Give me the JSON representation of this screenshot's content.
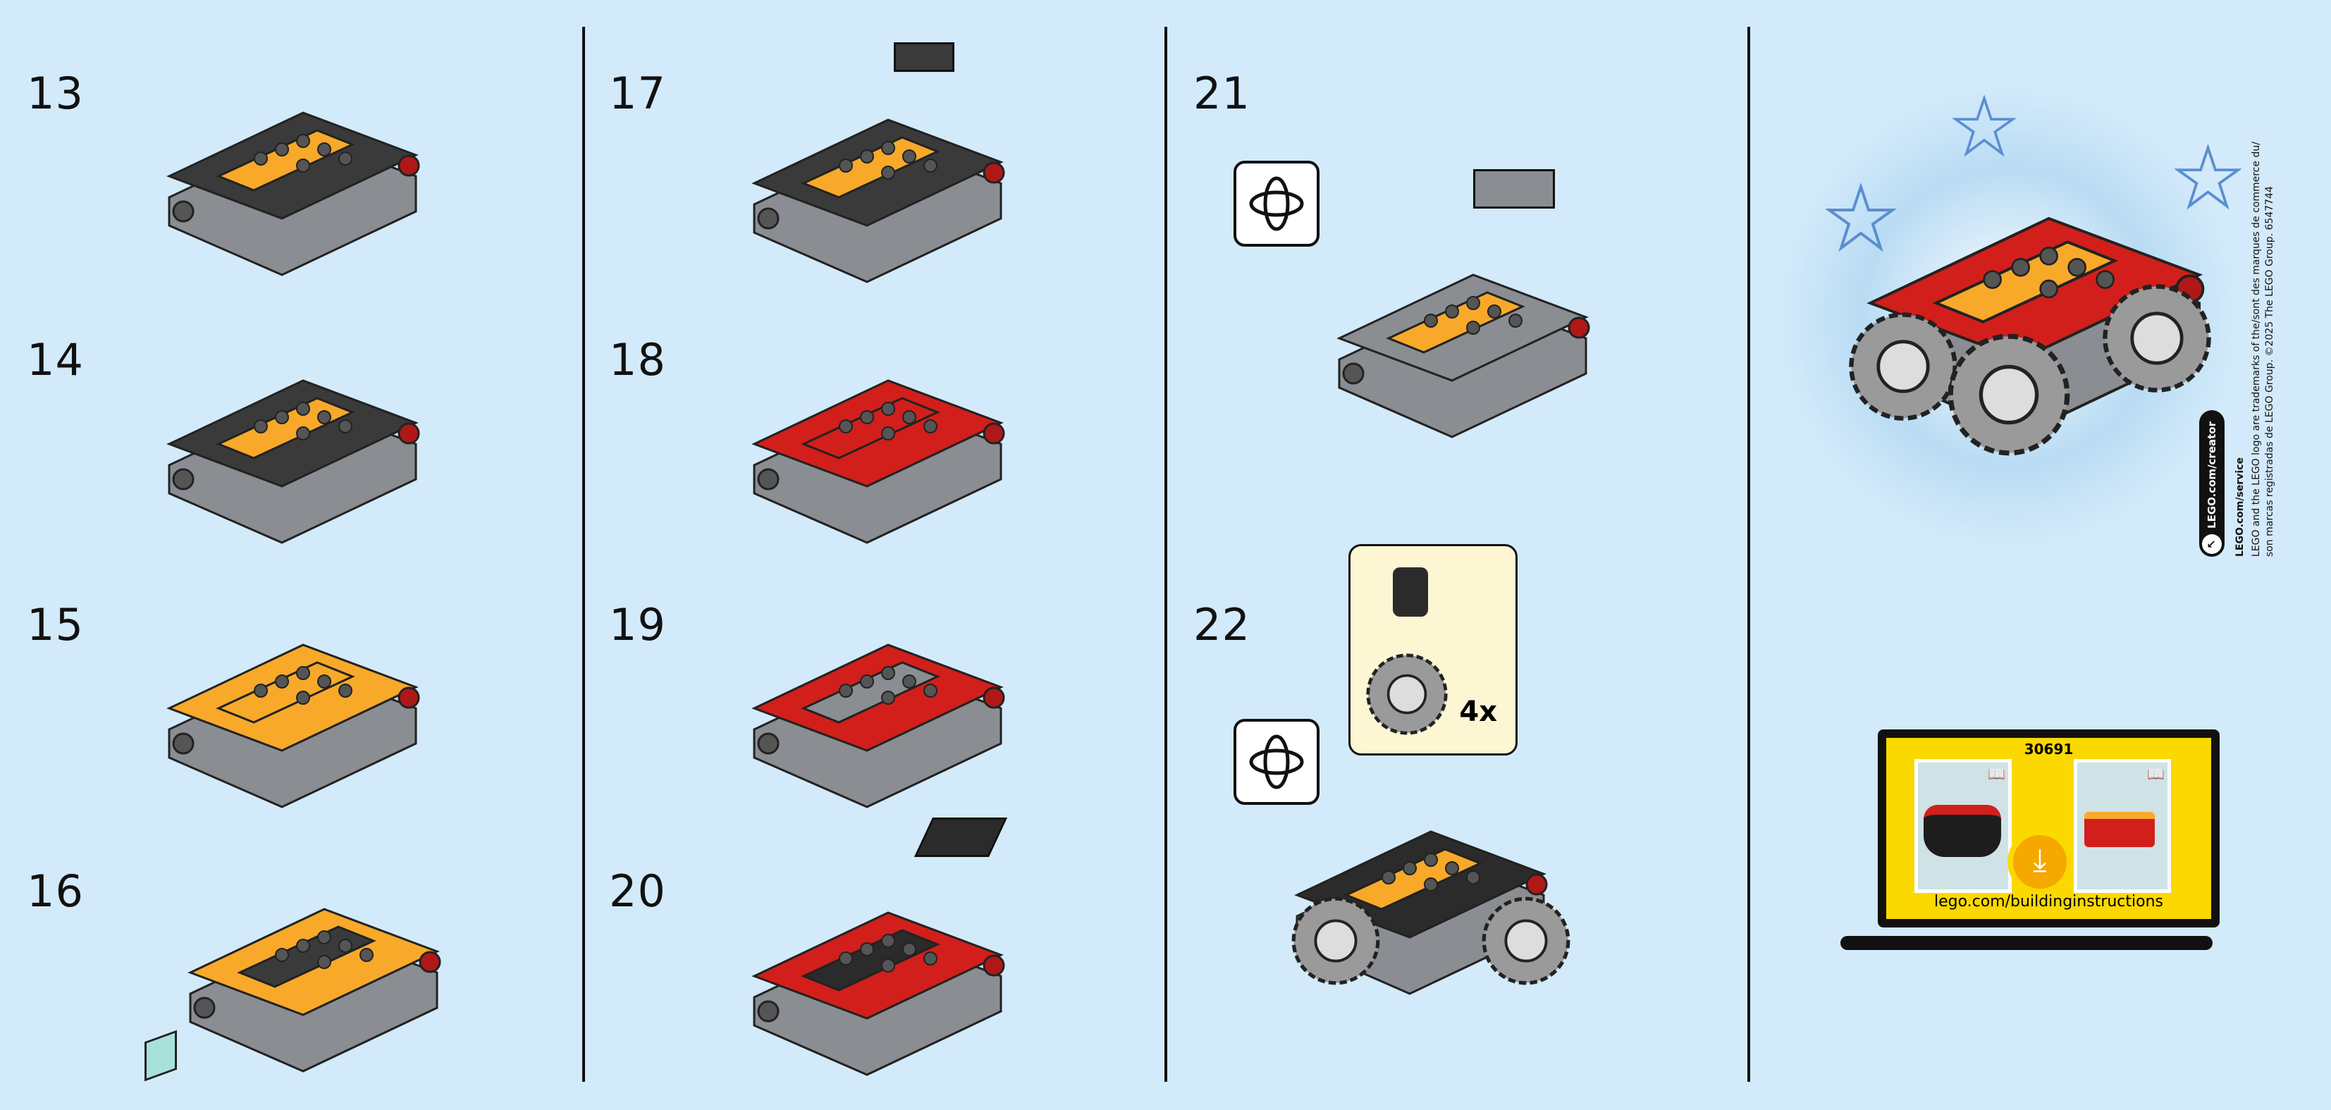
{
  "steps": {
    "s13": "13",
    "s14": "14",
    "s15": "15",
    "s16": "16",
    "s17": "17",
    "s18": "18",
    "s19": "19",
    "s20": "20",
    "s21": "21",
    "s22": "22"
  },
  "callout": {
    "quantity": "4x"
  },
  "icons": {
    "rotate": "rotate-model-icon",
    "download": "download-icon",
    "book": "book-icon",
    "arrow": "arrow-up-left-icon"
  },
  "promo": {
    "set_number": "30691",
    "url": "lego.com/buildinginstructions"
  },
  "footer": {
    "creator_link": "LEGO.com/creator",
    "service_link": "LEGO.com/service",
    "legal_line1": "LEGO and the LEGO logo are trademarks of the/sont des marques de commerce du/",
    "legal_line2": "son marcas registradas de LEGO Group. ©2025 The LEGO Group. 6547744"
  },
  "colors": {
    "background": "#d3eafa",
    "red": "#d21f1b",
    "orange": "#f8a92a",
    "grey": "#8a8d91",
    "dark": "#2b2b2b",
    "yellow": "#fbd800"
  }
}
